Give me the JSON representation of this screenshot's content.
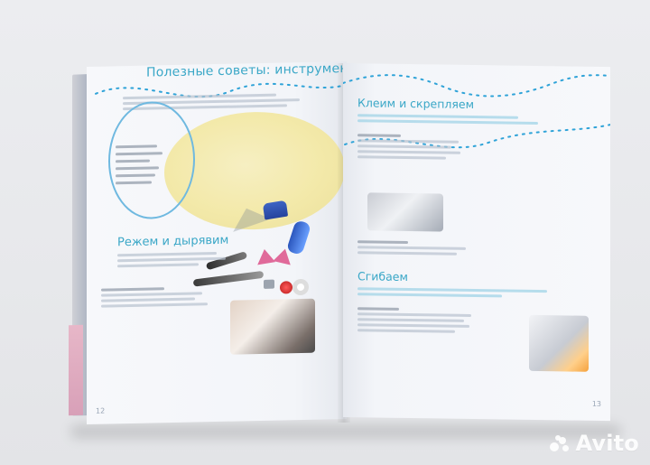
{
  "page": {
    "left_title": "Полезные советы: инструменты",
    "left_subtitle": "Режем и дырявим",
    "right_title_1": "Клеим и скрепляем",
    "right_title_2": "Сгибаем",
    "left_page_number": "12",
    "right_page_number": "13"
  },
  "watermark": {
    "brand": "Avito",
    "icon": "avito-dots-icon"
  },
  "colors": {
    "accent_blue": "#3aa7c7",
    "wave_blue": "#2fa3d8",
    "circle_yellow": "#f3e9a9",
    "outline_blue": "#6fb9e0"
  }
}
